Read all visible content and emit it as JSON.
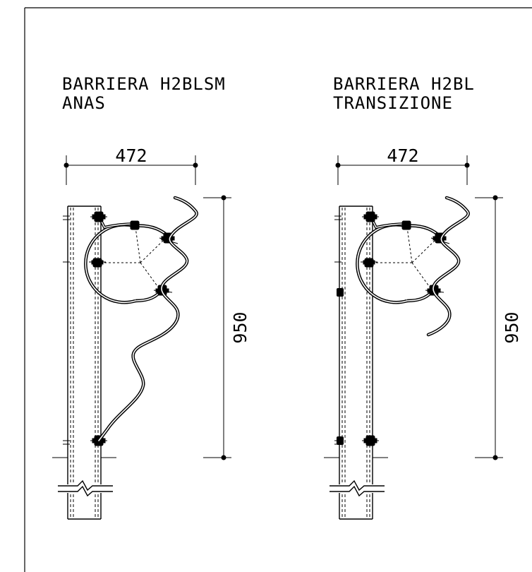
{
  "drawing": {
    "colors": {
      "line": "#000000",
      "background": "#ffffff"
    },
    "left": {
      "title_line1": "BARRIERA H2BLSM",
      "title_line2": "ANAS",
      "width_dim": "472",
      "height_dim": "950"
    },
    "right": {
      "title_line1": "BARRIERA H2BL",
      "title_line2": "TRANSIZIONE",
      "width_dim": "472",
      "height_dim": "950"
    }
  }
}
